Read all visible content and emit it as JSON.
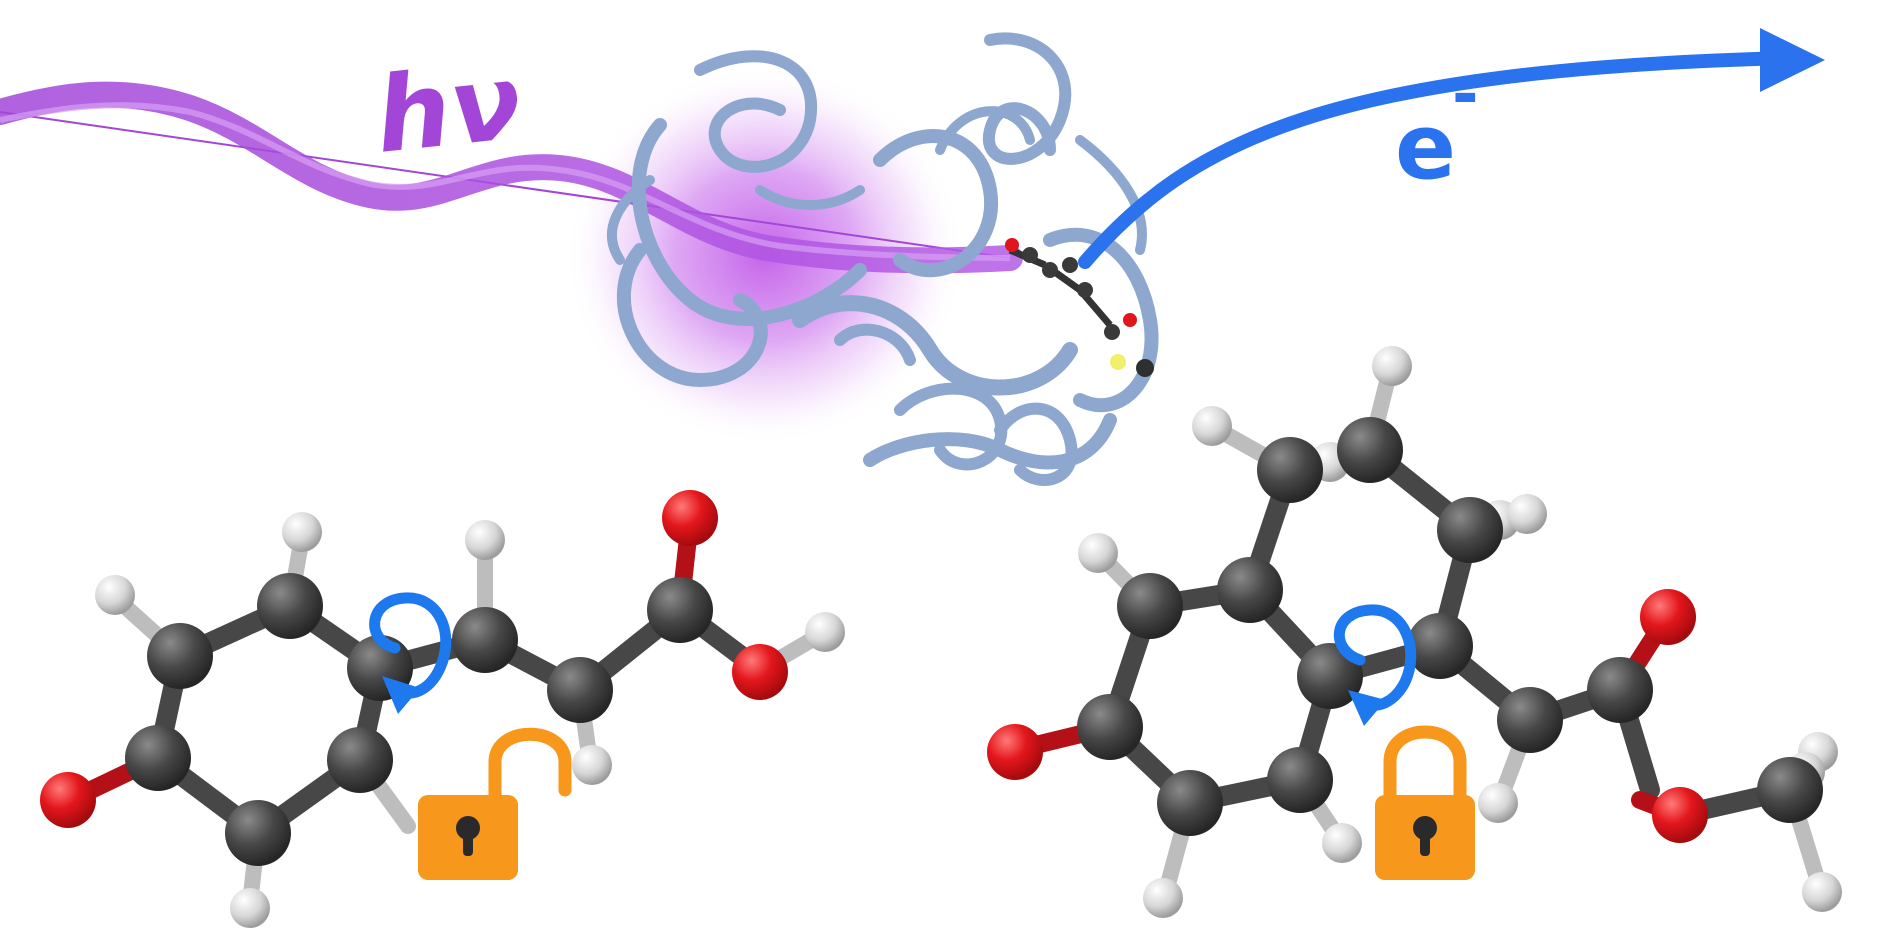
{
  "labels": {
    "photon": "hν",
    "electron": "e",
    "electron_charge": "-"
  },
  "colors": {
    "photon_wave": "#a346d8",
    "electron_arrow": "#2a72ee",
    "rotation_arrow": "#1e78ee",
    "protein_ribbon": "#8ea7cf",
    "protein_glow": "#c25be8",
    "carbon": "#454545",
    "oxygen": "#e0161c",
    "hydrogen": "#d9d9d9",
    "sulfur": "#f1f06a",
    "lock": "#f7971c",
    "keyhole": "#2a2a2a"
  },
  "molecules": [
    {
      "name": "unlocked-chromophore",
      "lock_state": "unlocked",
      "rotation": "free"
    },
    {
      "name": "locked-chromophore",
      "lock_state": "locked",
      "rotation": "restricted"
    }
  ]
}
